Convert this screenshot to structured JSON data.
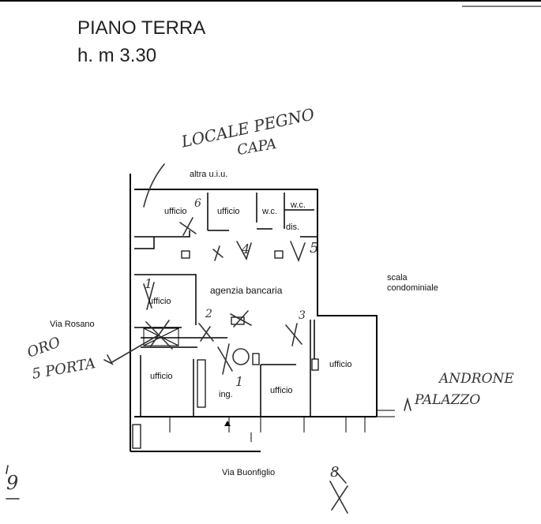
{
  "header": {
    "title": "PIANO TERRA",
    "height": "h. m 3.30"
  },
  "plan_labels": {
    "altra_uiu": "altra u.i.u.",
    "ufficio_1": "ufficio",
    "ufficio_2": "ufficio",
    "wc_1": "w.c.",
    "wc_2": "w.c.",
    "dis": "dis.",
    "agenzia": "agenzia bancaria",
    "ufficio_left": "ufficio",
    "ufficio_bottom_left": "ufficio",
    "ing": "ing.",
    "ufficio_bottom_mid": "ufficio",
    "ufficio_right": "ufficio",
    "scala": "scala",
    "condominiale": "condominiale",
    "via_rosano": "Via Rosano",
    "via_buonfiglio": "Via Buonfiglio"
  },
  "handwriting": {
    "locale_line1": "LOCALE PEGNO",
    "locale_line2": "CAPA",
    "androne_line1": "ANDRONE",
    "androne_line2": "PALAZZO",
    "left_note_line1": "ORO",
    "left_note_line2": "5 PORTA",
    "number_bottom_left": "9",
    "number_bottom": "8",
    "marks": [
      "6",
      "4",
      "5",
      "1",
      "2",
      "3",
      "1"
    ]
  }
}
